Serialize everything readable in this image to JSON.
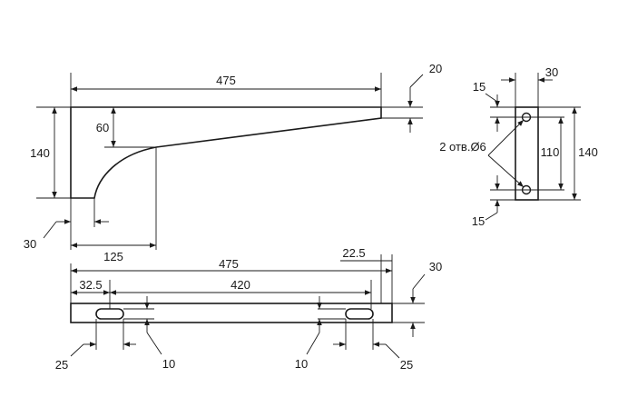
{
  "side_view": {
    "length": "475",
    "height": "140",
    "end_depth": "60",
    "end_thickness": "20",
    "base_thickness": "30",
    "curve_length": "125"
  },
  "end_view": {
    "width": "30",
    "height": "140",
    "hole_spacing": "110",
    "hole_offset_top": "15",
    "hole_offset_bottom": "15",
    "holes_note": "2 отв.Ø6"
  },
  "top_view": {
    "length": "475",
    "slot_span": "420",
    "slot_start": "32.5",
    "end_offset": "22.5",
    "width": "30",
    "slot_length_left": "25",
    "slot_width_left": "10",
    "slot_width_right": "10",
    "slot_length_right": "25"
  }
}
